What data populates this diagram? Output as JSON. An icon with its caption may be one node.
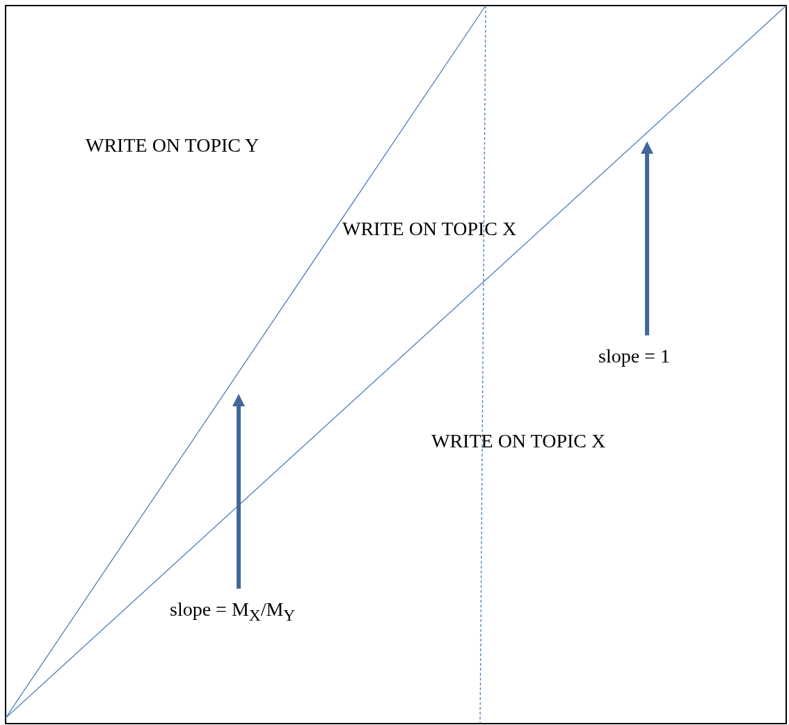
{
  "diagram": {
    "nodes": [
      {
        "text": [
          "slope = 1"
        ]
      },
      {
        "text": [
          "slope = M$_{X}$/M$_{Y}$"
        ]
      }
    ],
    "edges": [
      {
        "from": 0,
        "to": null,
        "arrow": "to"
      },
      {
        "from": 1,
        "to": null,
        "arrow": "to"
      }
    ],
    "labels": [
      "WRITE ON TOPIC Y",
      "WRITE ON TOPIC X",
      "WRITE ON TOPIC X"
    ]
  }
}
